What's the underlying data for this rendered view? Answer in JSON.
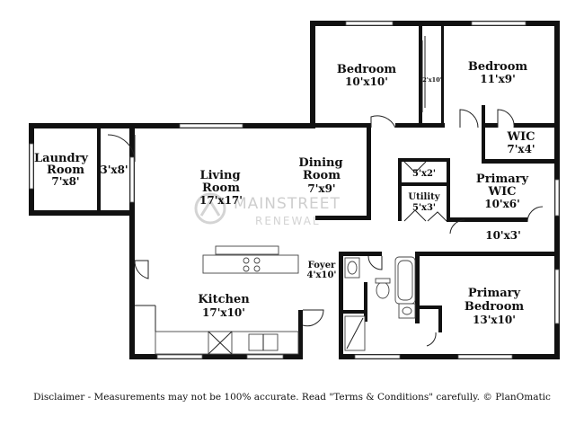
{
  "rooms": {
    "bedroom1": {
      "name": "Bedroom",
      "dim": "10'x10'"
    },
    "closet_small": {
      "dim": "2'x10'"
    },
    "bedroom2": {
      "name": "Bedroom",
      "dim": "11'x9'"
    },
    "wic": {
      "name": "WIC",
      "dim": "7'x4'"
    },
    "laundry": {
      "name_line1": "Laundry",
      "name_line2": "Room",
      "dim": "7'x8'"
    },
    "laundry_closet": {
      "dim": "3'x8'"
    },
    "living": {
      "name_line1": "Living",
      "name_line2": "Room",
      "dim": "17'x17'"
    },
    "dining": {
      "name_line1": "Dining",
      "name_line2": "Room",
      "dim": "7'x9'"
    },
    "hall_closet": {
      "dim": "5'x2'"
    },
    "utility": {
      "name": "Utility",
      "dim": "5'x3'"
    },
    "primary_wic": {
      "name_line1": "Primary",
      "name_line2": "WIC",
      "dim": "10'x6'"
    },
    "hall": {
      "dim": "10'x3'"
    },
    "foyer": {
      "name": "Foyer",
      "dim": "4'x10'"
    },
    "kitchen": {
      "name": "Kitchen",
      "dim": "17'x10'"
    },
    "primary_bedroom": {
      "name_line1": "Primary",
      "name_line2": "Bedroom",
      "dim": "13'x10'"
    }
  },
  "watermark": {
    "line1": "MAINSTREET",
    "line2": "RENEWAL"
  },
  "disclaimer": "Disclaimer - Measurements may not be 100% accurate. Read \"Terms & Conditions\" carefully. © PlanOmatic"
}
